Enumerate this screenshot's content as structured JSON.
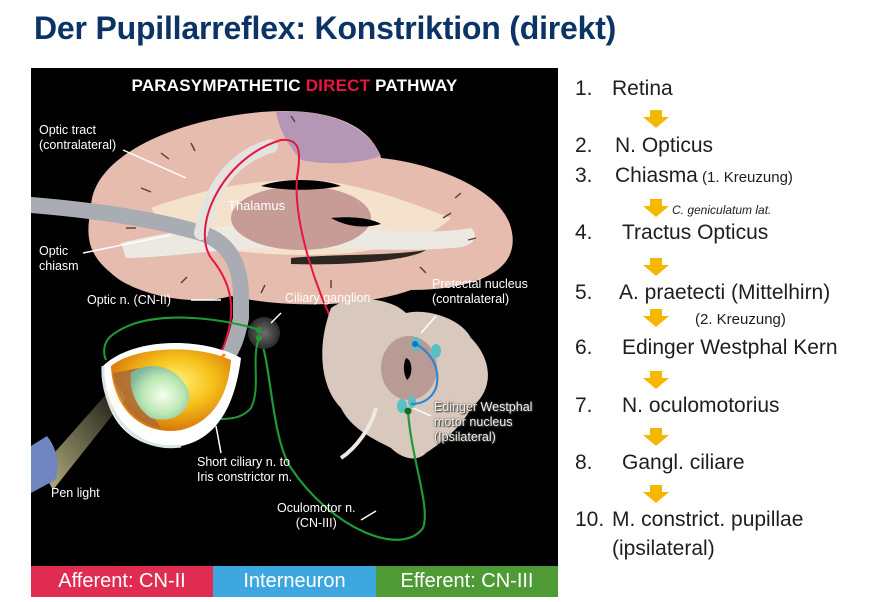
{
  "slide": {
    "title": "Der Pupillarreflex: Konstriktion (direkt)"
  },
  "figure": {
    "title_prefix": "PARASYMPATHETIC ",
    "title_highlight": "DIRECT",
    "title_suffix": " PATHWAY",
    "highlight_color": "#e8163f",
    "labels": {
      "optic_tract_1": "Optic tract",
      "optic_tract_2": "(contralateral)",
      "thalamus": "Thalamus",
      "optic_chiasm_1": "Optic",
      "optic_chiasm_2": "chiasm",
      "optic_nerve": "Optic n. (CN-II)",
      "ciliary_ganglion": "Ciliary ganglion",
      "pretectal_1": "Pretectal nucleus",
      "pretectal_2": "(contralateral)",
      "ew_1": "Edinger Westphal",
      "ew_2": "motor nucleus",
      "ew_3": "(Ipsilateral)",
      "short_ciliary_1": "Short ciliary n. to",
      "short_ciliary_2": "Iris constrictor m.",
      "pen_light": "Pen light",
      "oculomotor_1": "Oculomotor n.",
      "oculomotor_2": "(CN-III)"
    },
    "legend": [
      {
        "label": "Afferent: CN-II",
        "color": "#e02c50"
      },
      {
        "label": "Interneuron",
        "color": "#3ea7e0"
      },
      {
        "label": "Efferent: CN-III",
        "color": "#4e9a35"
      }
    ]
  },
  "steps": {
    "arrow_color": "#f5b800",
    "items": [
      {
        "num": "1.",
        "text": "Retina"
      },
      {
        "num": "2.",
        "text": "N. Opticus"
      },
      {
        "num": "3.",
        "text": "Chiasma",
        "suffix": " (1. Kreuzung)"
      },
      {
        "num": "4.",
        "text": "Tractus Opticus"
      },
      {
        "num": "5.",
        "text": "A. praetecti (Mittelhirn)"
      },
      {
        "num": "6.",
        "text": "Edinger Westphal Kern"
      },
      {
        "num": "7.",
        "text": "N. oculomotorius"
      },
      {
        "num": "8.",
        "text": "Gangl. ciliare"
      },
      {
        "num": "10.",
        "text": "M. constrict. pupillae",
        "line2": "(ipsilateral)"
      }
    ],
    "notes": {
      "geniculatum": "C. geniculatum lat.",
      "kreuzung2": "(2. Kreuzung)"
    }
  }
}
